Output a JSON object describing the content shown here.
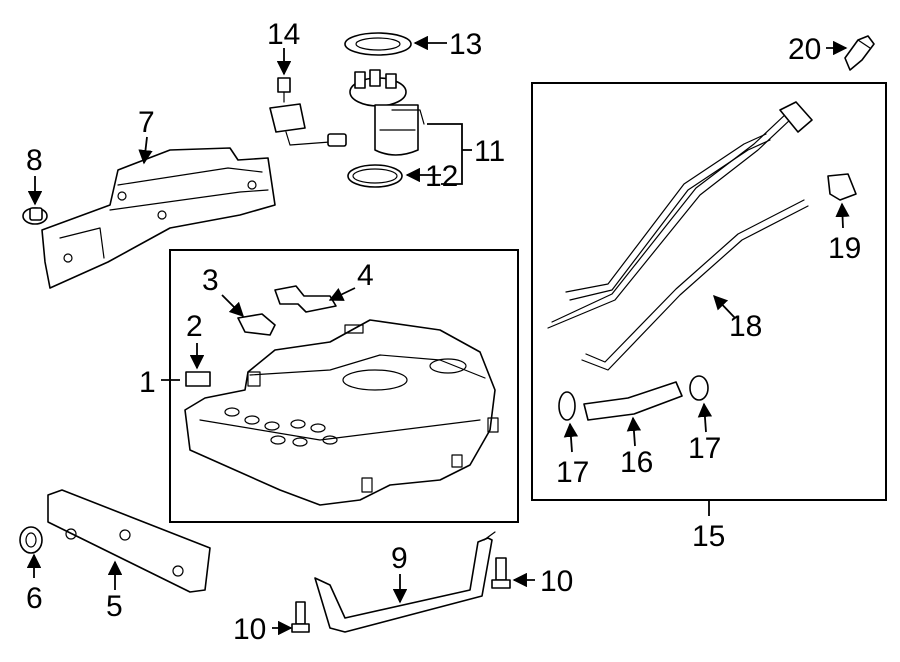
{
  "colors": {
    "line": "#000000",
    "background": "#ffffff"
  },
  "callouts": {
    "c1": "1",
    "c2": "2",
    "c3": "3",
    "c4": "4",
    "c5": "5",
    "c6": "6",
    "c7": "7",
    "c8": "8",
    "c9": "9",
    "c10a": "10",
    "c10b": "10",
    "c11": "11",
    "c12": "12",
    "c13": "13",
    "c14": "14",
    "c15": "15",
    "c16": "16",
    "c17a": "17",
    "c17b": "17",
    "c18": "18",
    "c19": "19",
    "c20": "20"
  }
}
